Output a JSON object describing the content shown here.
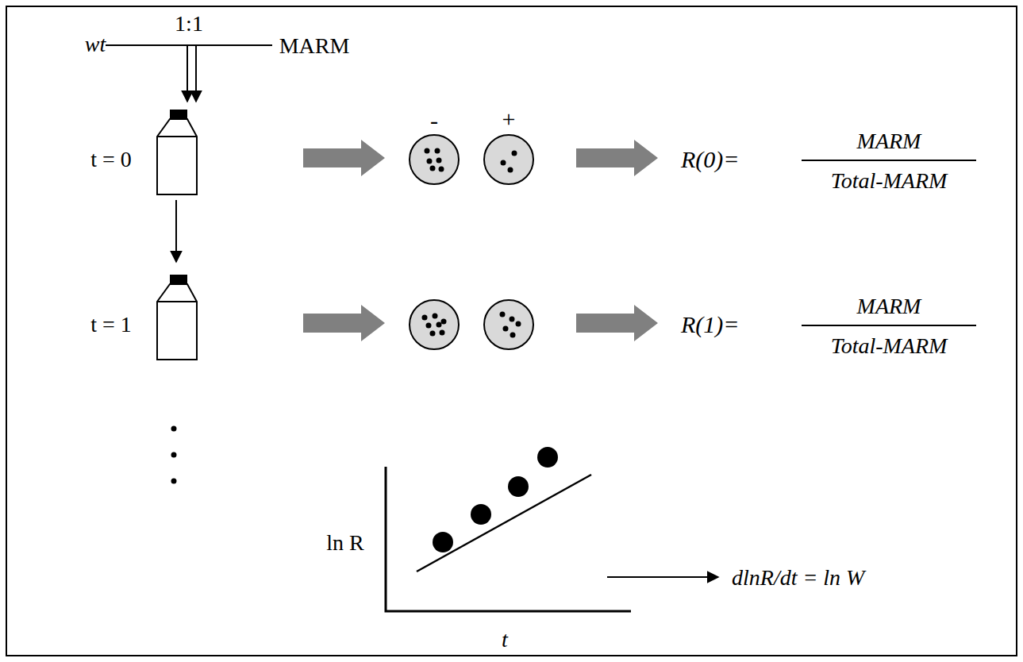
{
  "diagram": {
    "labels": [
      "wt",
      "1:1",
      "MARM",
      "t = 0",
      "-",
      "+",
      "R(0)=",
      "MARM",
      "Total-MARM",
      "t = 1",
      "R(1)=",
      "MARM",
      "Total-MARM",
      "ln R",
      "t",
      "dlnR/dt = ln W"
    ]
  }
}
